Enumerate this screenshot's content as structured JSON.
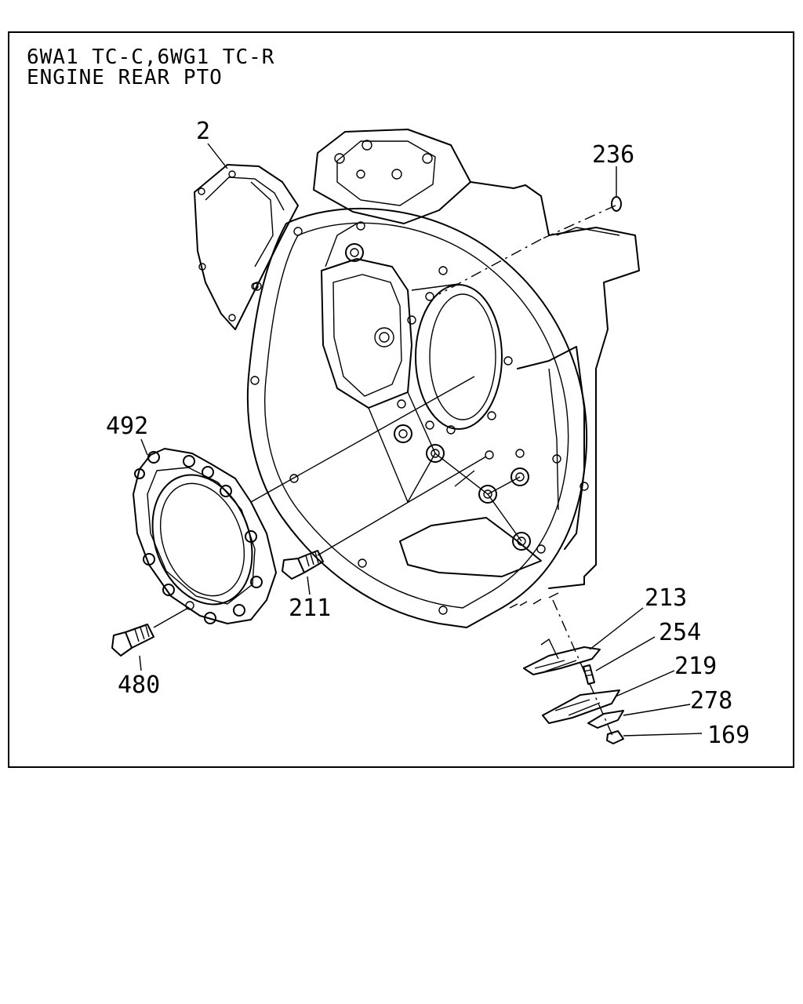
{
  "title": {
    "line1": "6WA1 TC-C,6WG1 TC-R",
    "line2": "ENGINE REAR PTO"
  },
  "callouts": [
    {
      "id": "c2",
      "label": "2"
    },
    {
      "id": "c236",
      "label": "236"
    },
    {
      "id": "c492",
      "label": "492"
    },
    {
      "id": "c211",
      "label": "211"
    },
    {
      "id": "c480",
      "label": "480"
    },
    {
      "id": "c213",
      "label": "213"
    },
    {
      "id": "c254",
      "label": "254"
    },
    {
      "id": "c219",
      "label": "219"
    },
    {
      "id": "c278",
      "label": "278"
    },
    {
      "id": "c169",
      "label": "169"
    }
  ],
  "colors": {
    "line": "#000000",
    "background": "#ffffff"
  }
}
